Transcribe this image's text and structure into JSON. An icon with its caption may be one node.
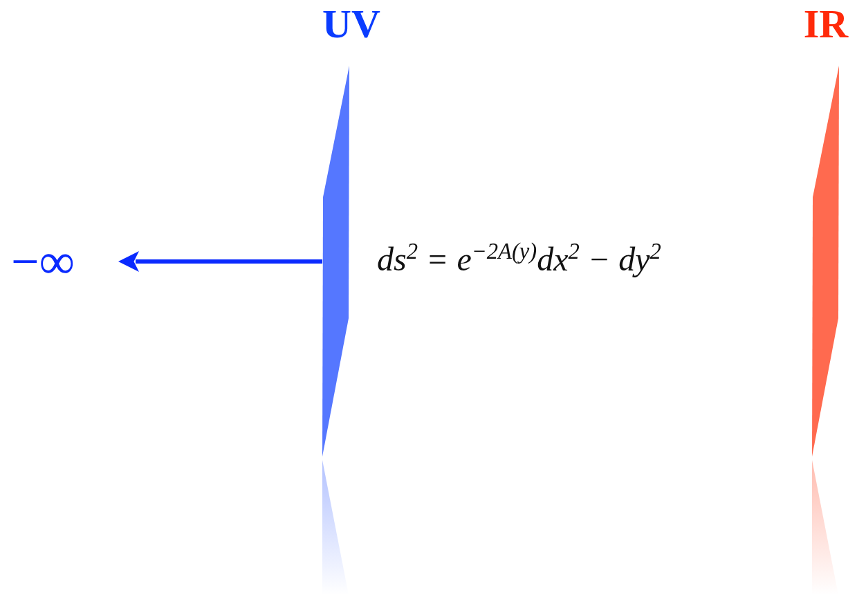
{
  "diagram": {
    "nodes": [
      {
        "text": [
          "UV"
        ]
      },
      {
        "text": [
          "IR"
        ]
      },
      {
        "text": [
          "−∞"
        ]
      }
    ],
    "edges": [
      {
        "from": 0,
        "to": 2,
        "arrow": "to"
      }
    ],
    "labels": [
      "ds$^{2}$ = e$^{−2A(y)}$dx$^{2}$ − dy$^{2}$"
    ]
  }
}
